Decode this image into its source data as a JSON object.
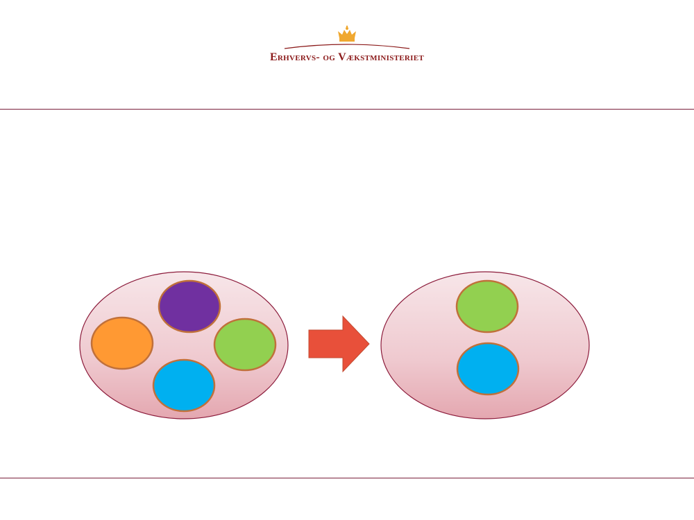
{
  "logo": {
    "text": "Erhvervs- og Vækstministeriet",
    "icon": "crown-icon",
    "color": "#8b1a1a",
    "crown_color": "#f0a830"
  },
  "rules": {
    "color": "#7a1e3a"
  },
  "diagram": {
    "left_group": {
      "circles": [
        "purple",
        "orange",
        "green",
        "blue"
      ]
    },
    "arrow": {
      "icon": "arrow-right-icon",
      "color": "#e8503a"
    },
    "right_group": {
      "circles": [
        "green",
        "blue"
      ]
    },
    "colors": {
      "purple": "#7030a0",
      "orange": "#ff9933",
      "green": "#92d050",
      "blue": "#00b0f0",
      "circle_stroke": "#c0703a",
      "ellipse_stroke": "#8b1a3a"
    }
  }
}
